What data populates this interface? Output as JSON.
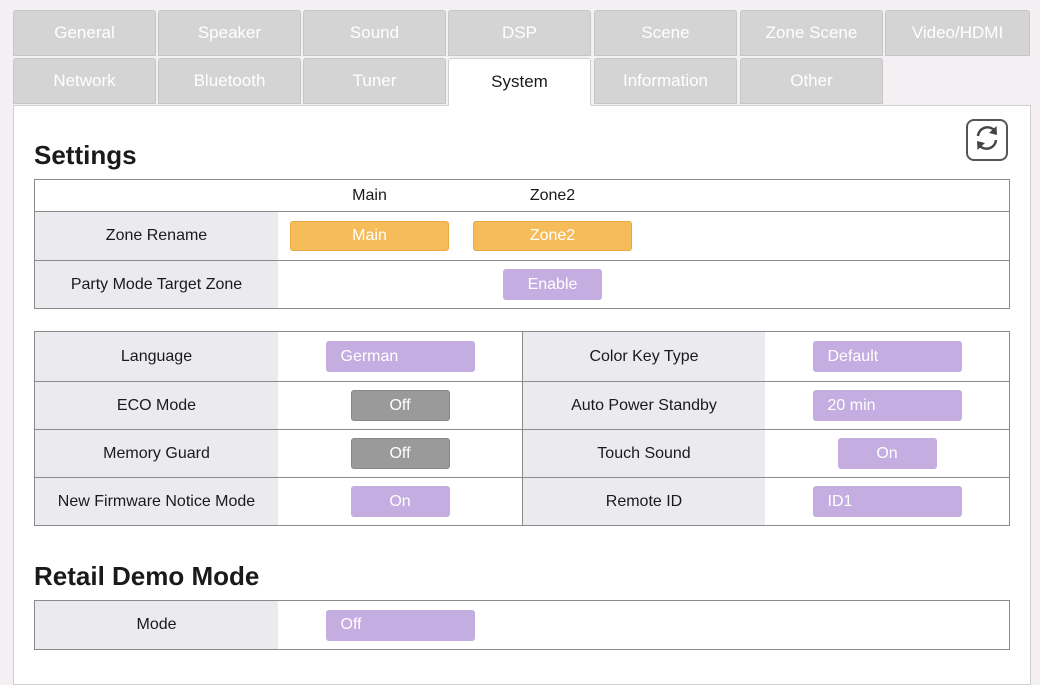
{
  "tabs": {
    "row1": [
      "General",
      "Speaker",
      "Sound",
      "DSP",
      "Scene",
      "Zone Scene",
      "Video/HDMI"
    ],
    "row2": [
      "Network",
      "Bluetooth",
      "Tuner",
      "System",
      "Information",
      "Other"
    ],
    "active": "System"
  },
  "settings": {
    "title": "Settings",
    "zone_header": {
      "main": "Main",
      "zone2": "Zone2"
    },
    "zone_rename": {
      "label": "Zone Rename",
      "main_value": "Main",
      "zone2_value": "Zone2"
    },
    "party_mode": {
      "label": "Party Mode Target Zone",
      "button": "Enable"
    },
    "grid": {
      "language": {
        "label": "Language",
        "value": "German"
      },
      "color_key_type": {
        "label": "Color Key Type",
        "value": "Default"
      },
      "eco_mode": {
        "label": "ECO Mode",
        "value": "Off"
      },
      "auto_power_standby": {
        "label": "Auto Power Standby",
        "value": "20 min"
      },
      "memory_guard": {
        "label": "Memory Guard",
        "value": "Off"
      },
      "touch_sound": {
        "label": "Touch Sound",
        "value": "On"
      },
      "firmware_notice": {
        "label": "New Firmware Notice Mode",
        "value": "On"
      },
      "remote_id": {
        "label": "Remote ID",
        "value": "ID1"
      }
    }
  },
  "retail_demo": {
    "title": "Retail Demo Mode",
    "mode": {
      "label": "Mode",
      "value": "Off"
    }
  },
  "colors": {
    "orange": "#f6bc5a",
    "purple": "#c4ade0",
    "gray": "#9a9a9a",
    "label_bg": "#ebebef"
  },
  "icons": {
    "refresh": "refresh-icon"
  }
}
